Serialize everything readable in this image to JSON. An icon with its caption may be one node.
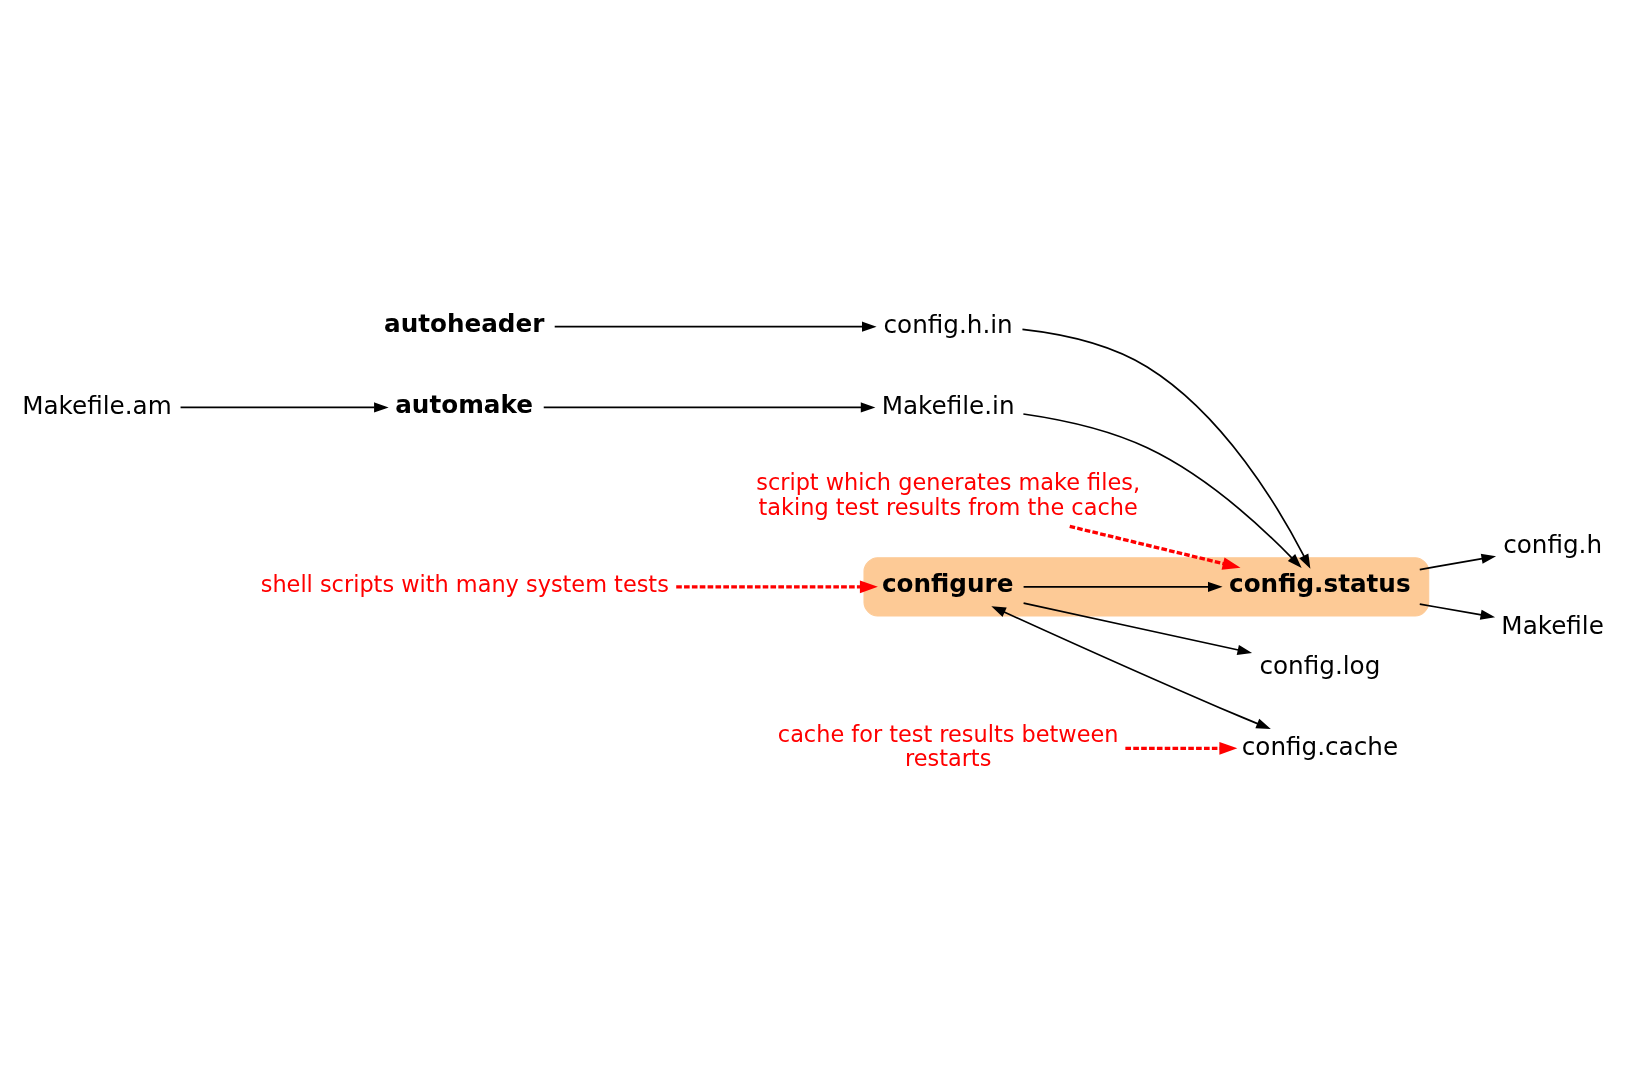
{
  "diagram": {
    "nodes": [
      {
        "text": [],
        "shape": "cloud"
      },
      {
        "text": [
          "shell scripts with many system tests"
        ]
      },
      {
        "text": [
          "config.cache"
        ]
      },
      {
        "text": [
          "cache for test results between restarts"
        ]
      },
      {
        "text": [
          "configure"
        ],
        "in": 0
      },
      {
        "text": [
          "config.log"
        ]
      },
      {
        "text": [
          "autoheader"
        ]
      },
      {
        "text": [
          "config.h.in"
        ]
      },
      {
        "text": [
          "config.status"
        ],
        "in": 0
      },
      {
        "text": [
          "config.h"
        ]
      },
      {
        "text": [
          "Makefile.in"
        ]
      },
      {
        "text": [
          "Makefile"
        ]
      },
      {
        "text": [
          "automake"
        ]
      },
      {
        "text": [
          "script which generates make files, taking test results from the cache"
        ]
      },
      {
        "text": [
          "Makefile.am"
        ]
      }
    ],
    "edges": [
      {
        "from": 1,
        "to": 4,
        "arrow": "to",
        "style": "dashed",
        "color": "#ff0000"
      },
      {
        "from": 3,
        "to": 2,
        "arrow": "to",
        "style": "dashed",
        "color": "#ff0000"
      },
      {
        "from": 4,
        "to": 2,
        "arrow": "both"
      },
      {
        "from": 4,
        "to": 5,
        "arrow": "to"
      },
      {
        "from": 4,
        "to": 8,
        "arrow": "to"
      },
      {
        "from": 6,
        "to": 7,
        "arrow": "to"
      },
      {
        "from": 7,
        "to": 8,
        "arrow": "to"
      },
      {
        "from": 10,
        "to": 8,
        "arrow": "to"
      },
      {
        "from": 8,
        "to": 9,
        "arrow": "to"
      },
      {
        "from": 8,
        "to": 11,
        "arrow": "to"
      },
      {
        "from": 12,
        "to": 10,
        "arrow": "to"
      },
      {
        "from": 14,
        "to": 12,
        "arrow": "to"
      },
      {
        "from": 13,
        "to": 8,
        "arrow": "to",
        "style": "dashed",
        "color": "#ff0000"
      }
    ]
  }
}
